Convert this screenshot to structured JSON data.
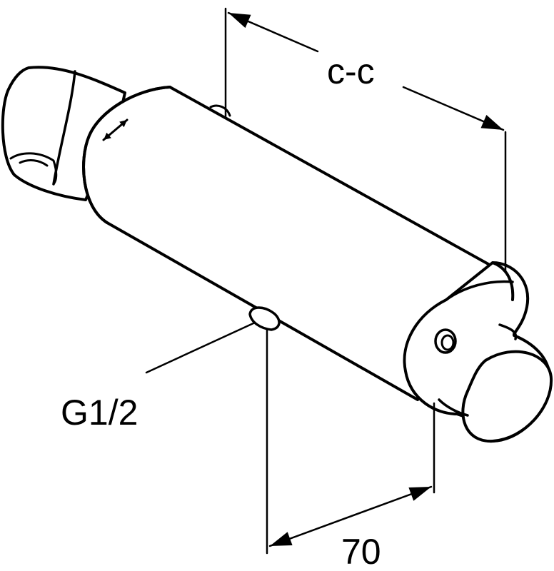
{
  "dimensions": {
    "center_to_center": "c-c",
    "thread_size": "G1/2",
    "length": "70"
  },
  "colors": {
    "stroke": "#000000",
    "background": "#ffffff"
  }
}
